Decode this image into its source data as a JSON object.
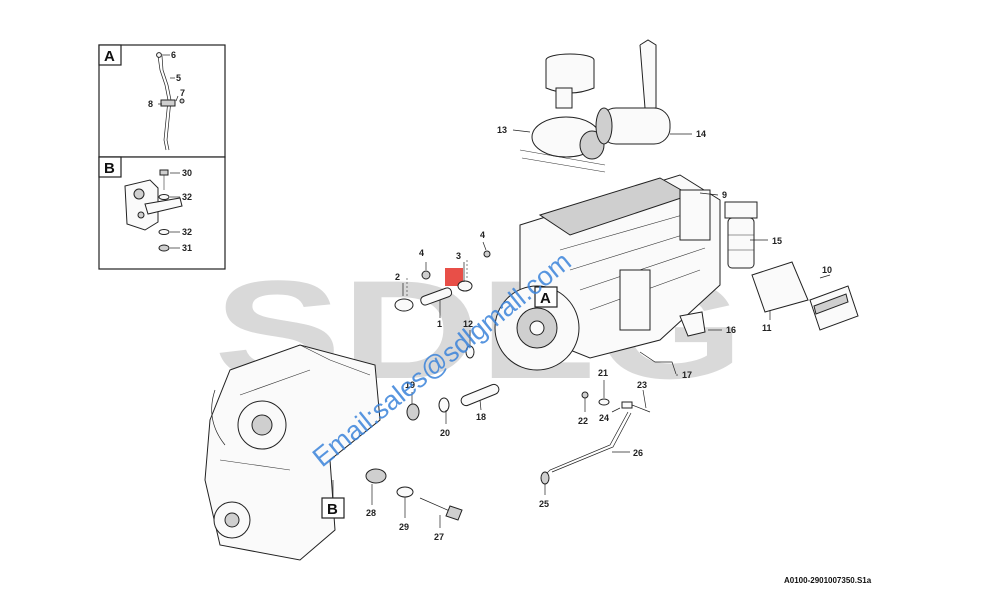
{
  "watermark": {
    "logo_text": "SDLG",
    "email": "Email:sales@sdlgmall.com"
  },
  "reference_code": "A0100-2901007350.S1a",
  "detail_boxes": [
    {
      "label": "A",
      "callouts": [
        "6",
        "5",
        "7",
        "8"
      ]
    },
    {
      "label": "B",
      "callouts": [
        "30",
        "32",
        "32",
        "31"
      ]
    }
  ],
  "view_tags": [
    "A",
    "B"
  ],
  "callouts": [
    "1",
    "2",
    "3",
    "4",
    "4",
    "9",
    "10",
    "11",
    "12",
    "13",
    "14",
    "15",
    "16",
    "17",
    "18",
    "19",
    "20",
    "21",
    "22",
    "23",
    "24",
    "25",
    "26",
    "27",
    "28",
    "29"
  ]
}
